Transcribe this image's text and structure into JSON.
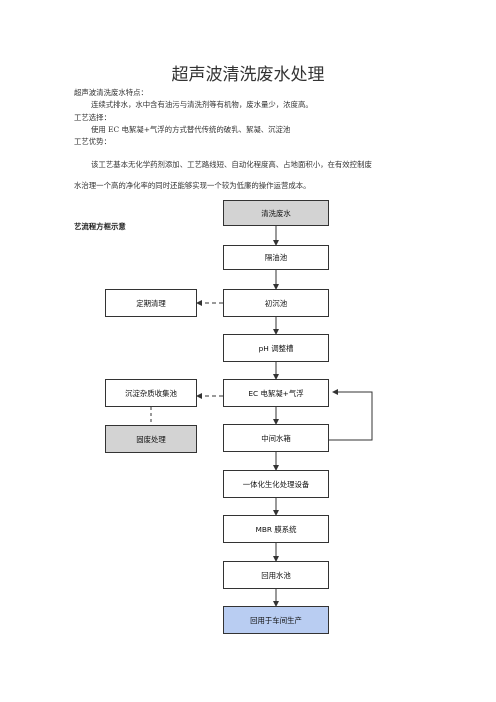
{
  "document": {
    "title": "超声波清洗废水处理",
    "paragraphs": [
      "超声波清洗废水特点：",
      "连续式排水，水中含有油污与清洗剂等有机物，废水量少，浓度高。",
      "工艺选择：",
      "使用 EC 电絮凝+气浮的方式替代传统的破乳、絮凝、沉淀池",
      "工艺优势：",
      "该工艺基本无化学药剂添加、工艺路线短、自动化程度高、占地面积小，在有效控制废",
      "水治理一个高的净化率的同时还能够实现一个较为低廉的操作运营成本。"
    ],
    "flow_label": "艺流程方框示意"
  },
  "flowchart": {
    "main_steps": [
      "清洗废水",
      "隔油池",
      "初沉池",
      "pH 调整槽",
      "EC 电絮凝+气浮",
      "中间水箱",
      "一体化生化处理设备",
      "MBR 膜系统",
      "回用水池",
      "回用于车间生产"
    ],
    "side_steps": [
      "定期清理",
      "沉淀杂质收集池",
      "固废处理"
    ]
  },
  "colors": {
    "gray_fill": "#d3d3d3",
    "blue_fill": "#b9cdf2",
    "line": "#333333"
  }
}
